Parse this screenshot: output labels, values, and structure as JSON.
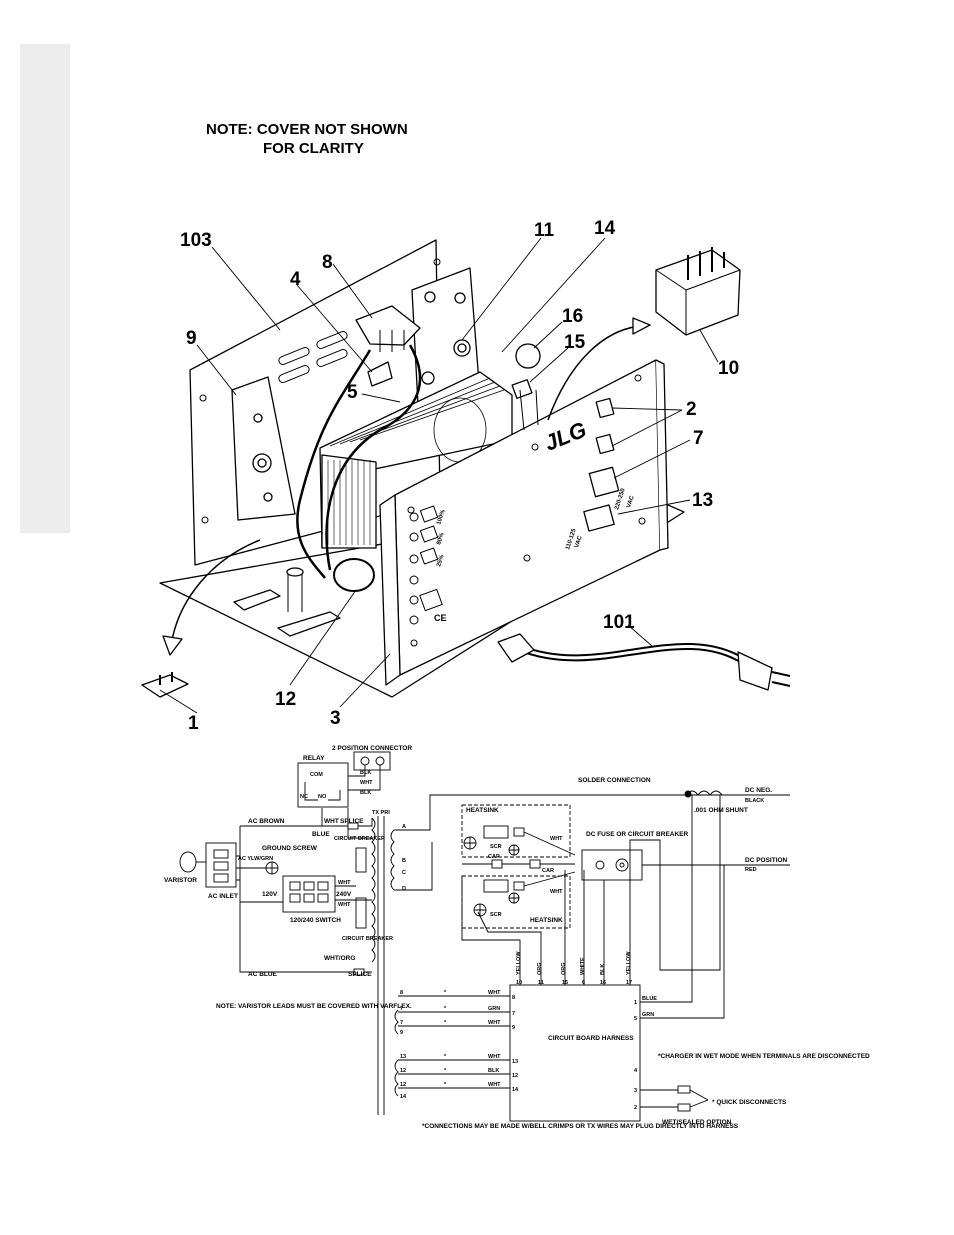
{
  "note": {
    "line1": "NOTE: COVER NOT SHOWN",
    "line2": "FOR CLARITY"
  },
  "brand": "JLG",
  "callouts": {
    "c103": "103",
    "c8": "8",
    "c4": "4",
    "c9": "9",
    "c5": "5",
    "c11": "11",
    "c14": "14",
    "c16": "16",
    "c15": "15",
    "c10": "10",
    "c2": "2",
    "c7": "7",
    "c13": "13",
    "c101": "101",
    "c12": "12",
    "c3": "3",
    "c1": "1"
  },
  "panel": {
    "p100": "100%",
    "p80": "80%",
    "p25": "25%",
    "v_low": "110-125",
    "vac1": "VAC",
    "v_high": "220-250",
    "vac2": "VAC",
    "ce": "CE"
  },
  "schematic": {
    "two_pos_connector": "2 POSITION CONNECTOR",
    "relay": "RELAY",
    "com": "COM",
    "nc": "NC",
    "no": "NO",
    "blk": "BLK",
    "wht": "WHT",
    "tx_pri": "TX PRI",
    "ac_brown": "AC  BROWN",
    "blue": "BLUE",
    "splice": "SPLICE",
    "circuit_breaker": "CIRCUIT BREAKER",
    "ground_screw": "GROUND SCREW",
    "ac_ylw_grn": "AC YLW/GRN",
    "varistor": "VARISTOR",
    "ac_inlet": "AC INLET",
    "v120": "120V",
    "v240": "240V",
    "switch_120_240": "120/240 SWITCH",
    "wht_org": "WHT/ORG",
    "ac_blue": "AC BLUE",
    "varistor_note": "NOTE: VARISTOR LEADS MUST BE COVERED WITH VARFLEX.",
    "heatsink": "HEATSINK",
    "scr": "SCR",
    "cap": "CAP",
    "dc_fuse": "DC FUSE OR CIRCUIT BREAKER",
    "solder_connection": "SOLDER CONNECTION",
    "ohm_shunt": ".001 OHM SHUNT",
    "dc_neg": "DC NEG.",
    "black": "BLACK",
    "dc_pos": "DC POSITION",
    "red": "RED",
    "wire_yellow": "YELLOW",
    "wire_org": "ORG",
    "wire_white": "WHITE",
    "wire_blk": "BLK",
    "circuit_board_harness": "CIRCUIT BOARD HARNESS",
    "grn": "GRN",
    "wet_mode_note": "*CHARGER IN WET MODE WHEN TERMINALS ARE DISCONNECTED",
    "quick_disconnects": "* QUICK DISCONNECTS",
    "wet_sealed": "WET/SEALED OPTION",
    "bottom_note": "*CONNECTIONS MAY BE MADE W/BELL CRIMPS OR TX WIRES MAY PLUG DIRECTLY INTO HARNESS",
    "tx_letters": [
      "A",
      "B",
      "C",
      "D"
    ],
    "pin_top": [
      "10",
      "11",
      "15",
      "6",
      "16",
      "17"
    ],
    "left_wires": [
      {
        "n": "8",
        "c": "WHT",
        "p": "8"
      },
      {
        "n": "7",
        "c": "GRN",
        "p": "7"
      },
      {
        "n": "7",
        "c": "WHT",
        "p": "9"
      },
      {
        "n": "13",
        "c": "WHT",
        "p": "13"
      },
      {
        "n": "12",
        "c": "BLK",
        "p": "12"
      },
      {
        "n": "12",
        "c": "WHT",
        "p": "14"
      }
    ],
    "lower_tx": [
      "9",
      "14"
    ],
    "right_pins": [
      "1",
      "5",
      "4",
      "3",
      "2"
    ],
    "star": "*"
  }
}
